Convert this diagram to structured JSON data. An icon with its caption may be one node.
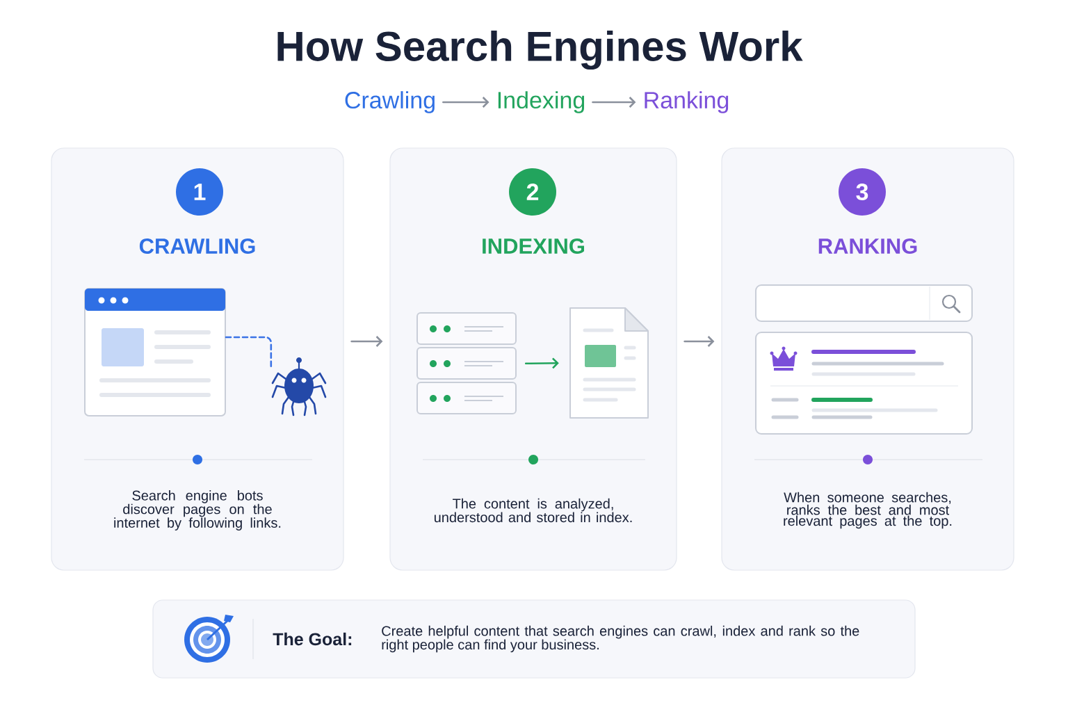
{
  "diagram": {
    "title": "How Search Engines Work",
    "nodes": [
      {
        "text": [
          "Crawling"
        ]
      },
      {
        "text": [
          "Indexing"
        ]
      },
      {
        "text": [
          "Ranking"
        ]
      },
      {
        "text": [
          "CRAWLING",
          "Search engine bots discover pages on the internet by following links."
        ]
      },
      {
        "text": [
          "1"
        ],
        "in": 3
      },
      {
        "text": [],
        "shape": "picture",
        "in": 3
      },
      {
        "text": [],
        "shape": "picture",
        "in": 3
      },
      {
        "text": [
          "INDEXING",
          "The content is analyzed, understood and stored in index."
        ]
      },
      {
        "text": [
          "2"
        ],
        "in": 7
      },
      {
        "text": [],
        "shape": "picture",
        "in": 7
      },
      {
        "text": [],
        "shape": "picture",
        "in": 7
      },
      {
        "text": [
          "RANKING",
          "When someone searches, ranks the best and most relevant pages at the top."
        ]
      },
      {
        "text": [
          "3"
        ],
        "in": 11
      },
      {
        "text": [
          "The Goal:",
          "Create helpful content that search engines can crawl, index and rank so the right people can find your business."
        ]
      }
    ],
    "edges": [
      {
        "from": 0,
        "to": 1,
        "arrow": "to"
      },
      {
        "from": 1,
        "to": 2,
        "arrow": "to"
      },
      {
        "from": 5,
        "to": 6,
        "arrow": "none",
        "style": "dashed",
        "color": "#3b73e6"
      },
      {
        "from": 9,
        "to": 10,
        "arrow": "to",
        "color": "#22a45d"
      },
      {
        "from": 3,
        "to": 7,
        "arrow": "to"
      },
      {
        "from": 7,
        "to": 11,
        "arrow": "to"
      }
    ]
  }
}
